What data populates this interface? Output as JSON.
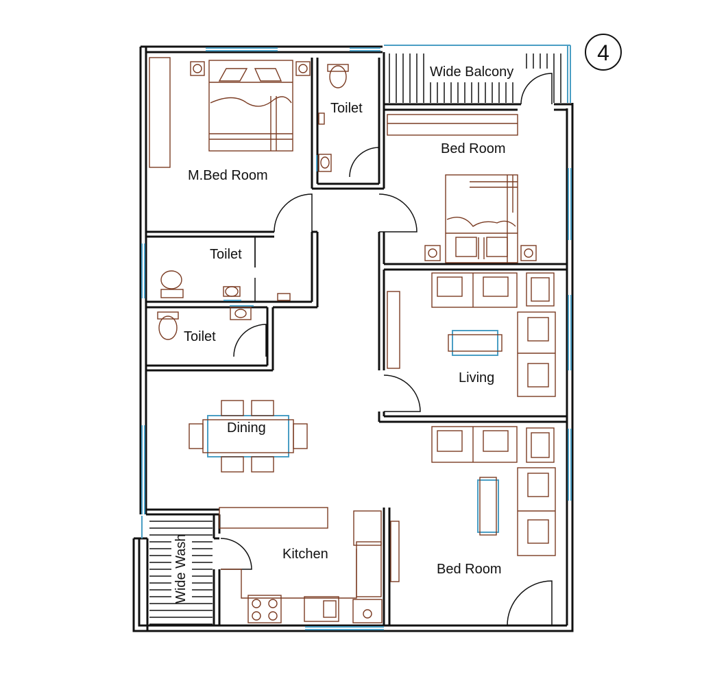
{
  "plan_number": "4",
  "rooms": {
    "wide_balcony": "Wide Balcony",
    "toilet_top": "Toilet",
    "bed_room_top": "Bed Room",
    "master_bed_room": "M.Bed Room",
    "toilet_mid": "Toilet",
    "toilet_lower": "Toilet",
    "living": "Living",
    "dining": "Dining",
    "kitchen": "Kitchen",
    "wide_wash": "Wide Wash",
    "bed_room_bottom": "Bed Room"
  },
  "colors": {
    "wall": "#111111",
    "furniture": "#7a3b22",
    "window": "#4a9ec4"
  }
}
